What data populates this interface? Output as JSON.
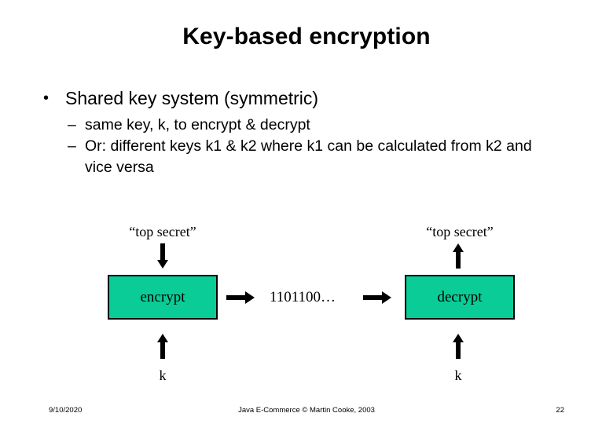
{
  "slide": {
    "title": "Key-based encryption",
    "page_number": "22"
  },
  "content": {
    "bullet_marker_l1": "•",
    "bullet_marker_l2": "–",
    "bullets": [
      {
        "level": 1,
        "text": "Shared key system (symmetric)"
      },
      {
        "level": 2,
        "text": "same key, k, to encrypt & decrypt"
      },
      {
        "level": 2,
        "text": "Or: different keys k1 & k2 where k1 can be calculated from k2 and vice versa"
      }
    ]
  },
  "diagram": {
    "plaintext_in_label": "“top secret”",
    "plaintext_out_label": "“top secret”",
    "encrypt_box_label": "encrypt",
    "decrypt_box_label": "decrypt",
    "ciphertext_label": "1101100…",
    "key_left_label": "k",
    "key_right_label": "k",
    "box_fill_color": "#0ACC96",
    "box_border_color": "#000000",
    "arrow_color": "#000000"
  },
  "footer": {
    "date": "9/10/2020",
    "credit": "Java E-Commerce © Martin Cooke, 2003",
    "page": "22"
  }
}
